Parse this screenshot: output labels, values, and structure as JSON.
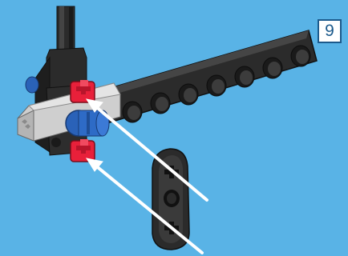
{
  "step": {
    "number": "9"
  },
  "colors": {
    "background": "#59b3e6",
    "beam": "#2b2b2b",
    "connector_red": "#e8203a",
    "connector_blue": "#2a62b8",
    "axle_grey": "#cfcfcf",
    "arrow": "#ffffff"
  },
  "icons": [
    "black-beam",
    "lift-arm-3-hole",
    "red-axle-pin",
    "blue-friction-pin",
    "grey-cross-block",
    "black-axle",
    "white-arrow"
  ]
}
